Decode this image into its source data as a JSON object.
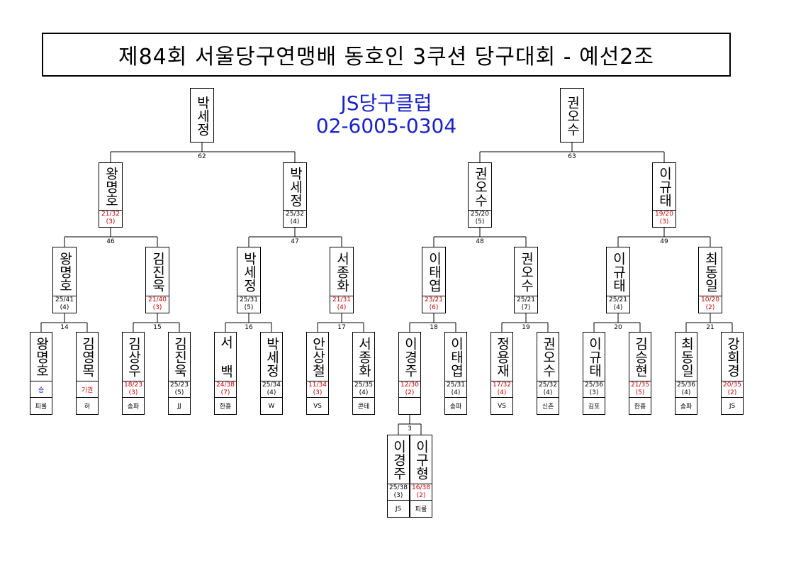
{
  "title": "제84회 서울당구연맹배 동호인 3쿠션 당구대회 - 예선2조",
  "club": {
    "name": "JS당구클럽",
    "phone": "02-6005-0304"
  },
  "colors": {
    "win": "#000000",
    "loss": "#cc0000",
    "walkover": "#1a22c8",
    "club_text": "#1a22c8"
  },
  "top_qualifiers": [
    {
      "id": "q1",
      "name": "박세정"
    },
    {
      "id": "q2",
      "name": "권오수"
    }
  ],
  "round2": [
    {
      "id": "r2a",
      "name": "왕명호",
      "score": "21/32",
      "inning": "(3)",
      "result": "loss"
    },
    {
      "id": "r2b",
      "name": "박세정",
      "score": "25/32",
      "inning": "(4)",
      "result": "win"
    },
    {
      "id": "r2c",
      "name": "권오수",
      "score": "25/20",
      "inning": "(5)",
      "result": "win"
    },
    {
      "id": "r2d",
      "name": "이규태",
      "score": "19/20",
      "inning": "(3)",
      "result": "loss"
    }
  ],
  "round1": [
    {
      "id": "r1a",
      "name": "왕명호",
      "score": "25/41",
      "inning": "(4)",
      "result": "win"
    },
    {
      "id": "r1b",
      "name": "김진욱",
      "score": "21/40",
      "inning": "(3)",
      "result": "loss"
    },
    {
      "id": "r1c",
      "name": "박세정",
      "score": "25/31",
      "inning": "(5)",
      "result": "win"
    },
    {
      "id": "r1d",
      "name": "서종화",
      "score": "21/31",
      "inning": "(4)",
      "result": "loss"
    },
    {
      "id": "r1e",
      "name": "이태엽",
      "score": "23/21",
      "inning": "(6)",
      "result": "loss"
    },
    {
      "id": "r1f",
      "name": "권오수",
      "score": "25/21",
      "inning": "(7)",
      "result": "win"
    },
    {
      "id": "r1g",
      "name": "이규태",
      "score": "25/21",
      "inning": "(4)",
      "result": "win"
    },
    {
      "id": "r1h",
      "name": "최동일",
      "score": "10/20",
      "inning": "(2)",
      "result": "loss"
    }
  ],
  "first_round": [
    {
      "id": "f1",
      "name": "왕명호",
      "score": "승",
      "inning": "",
      "club": "피룰",
      "result": "walkover"
    },
    {
      "id": "f2",
      "name": "김영목",
      "score": "기권",
      "inning": "",
      "club": "허",
      "result": "loss"
    },
    {
      "id": "f3",
      "name": "김상우",
      "score": "18/23",
      "inning": "(3)",
      "club": "송파",
      "result": "loss"
    },
    {
      "id": "f4",
      "name": "김진욱",
      "score": "25/23",
      "inning": "(5)",
      "club": "JJ",
      "result": "win"
    },
    {
      "id": "f5",
      "name": "서  백",
      "score": "24/38",
      "inning": "(7)",
      "club": "한흥",
      "result": "loss"
    },
    {
      "id": "f6",
      "name": "박세정",
      "score": "25/34",
      "inning": "(4)",
      "club": "W",
      "result": "win"
    },
    {
      "id": "f7",
      "name": "안상철",
      "score": "11/34",
      "inning": "(3)",
      "club": "VS",
      "result": "loss"
    },
    {
      "id": "f8",
      "name": "서종화",
      "score": "25/35",
      "inning": "(4)",
      "club": "콘테",
      "result": "win"
    },
    {
      "id": "f9",
      "name": "이경주",
      "score": "12/30",
      "inning": "(2)",
      "club": "",
      "result": "loss"
    },
    {
      "id": "f10",
      "name": "이태엽",
      "score": "25/31",
      "inning": "(4)",
      "club": "송파",
      "result": "win"
    },
    {
      "id": "f11",
      "name": "정용재",
      "score": "17/32",
      "inning": "(4)",
      "club": "VS",
      "result": "loss"
    },
    {
      "id": "f12",
      "name": "권오수",
      "score": "25/32",
      "inning": "(4)",
      "club": "신촌",
      "result": "win"
    },
    {
      "id": "f13",
      "name": "이규태",
      "score": "25/36",
      "inning": "(3)",
      "club": "김포",
      "result": "win"
    },
    {
      "id": "f14",
      "name": "김승현",
      "score": "21/35",
      "inning": "(5)",
      "club": "한흥",
      "result": "loss"
    },
    {
      "id": "f15",
      "name": "최동일",
      "score": "25/36",
      "inning": "(4)",
      "club": "송파",
      "result": "win"
    },
    {
      "id": "f16",
      "name": "강희경",
      "score": "20/35",
      "inning": "(2)",
      "club": "JS",
      "result": "loss"
    }
  ],
  "playin": [
    {
      "id": "p1",
      "name": "이경주",
      "score": "25/38",
      "inning": "(3)",
      "club": "JS",
      "result": "win"
    },
    {
      "id": "p2",
      "name": "이구형",
      "score": "16/38",
      "inning": "(2)",
      "club": "피룰",
      "result": "loss"
    }
  ],
  "match_numbers": {
    "m62": "62",
    "m63": "63",
    "m46": "46",
    "m47": "47",
    "m48": "48",
    "m49": "49",
    "m14": "14",
    "m15": "15",
    "m16": "16",
    "m17": "17",
    "m18": "18",
    "m19": "19",
    "m20": "20",
    "m21": "21",
    "m3": "3"
  }
}
